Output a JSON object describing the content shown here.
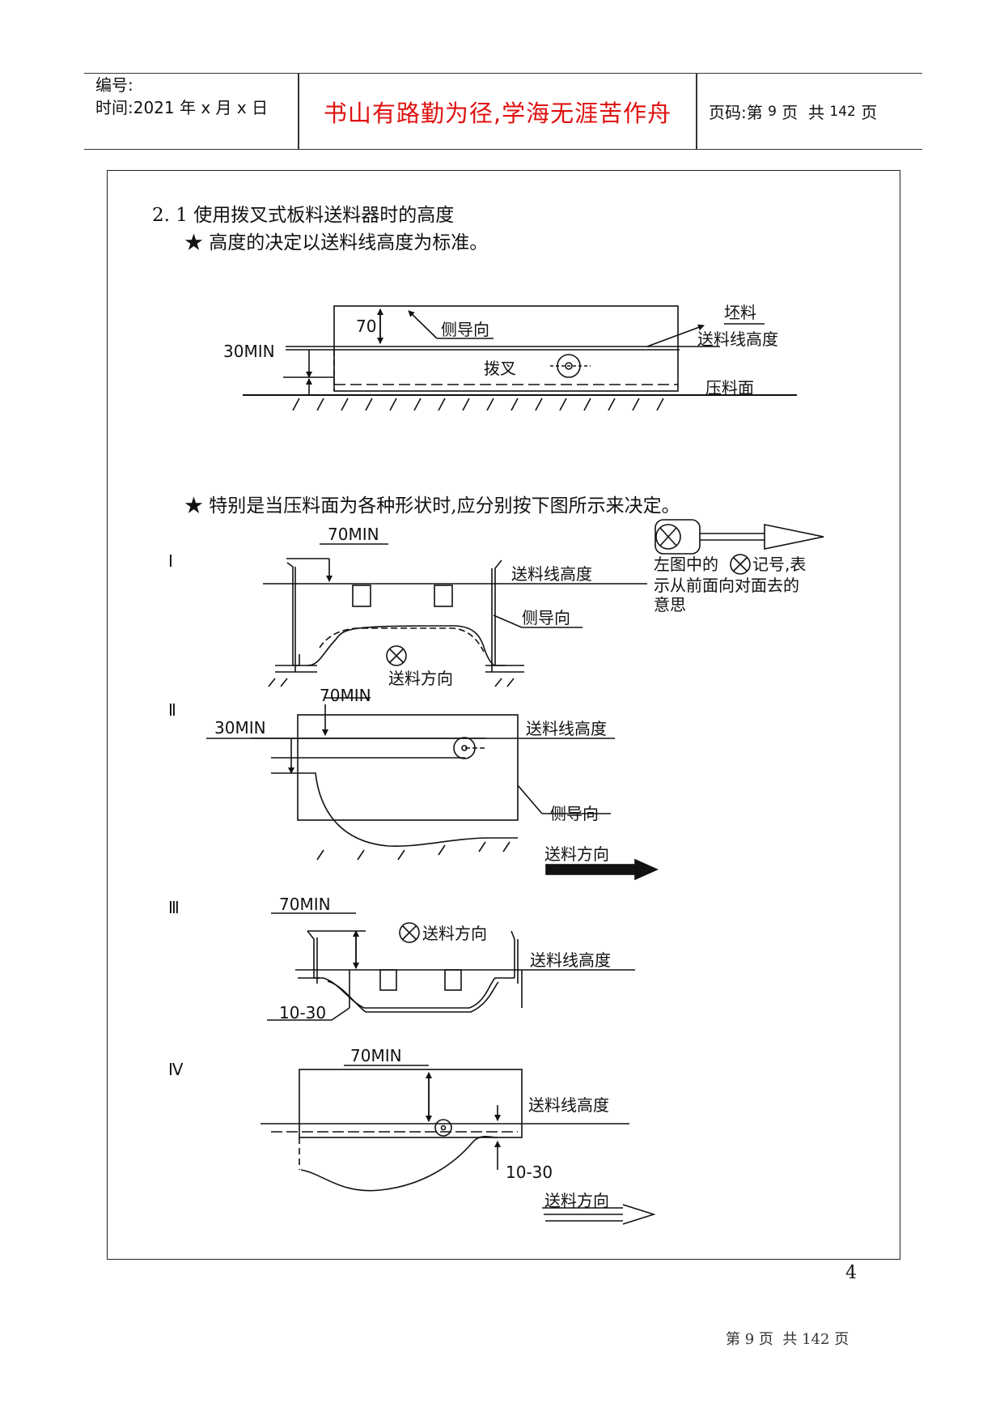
{
  "header": {
    "number_label": "编号:",
    "time_label": "时间:2021 年 x 月 x 日",
    "motto": "书山有路勤为径,学海无涯苦作舟",
    "page_prefix": "页码:第",
    "page_current": "9",
    "page_mid": "页  共",
    "page_total": "142",
    "page_suffix": "页"
  },
  "content": {
    "section_title": "2. 1   使用拨叉式板料送料器时的高度",
    "note1": "★  高度的决定以送料线高度为标准。",
    "note2": "★  特别是当压料面为各种形状时,应分别按下图所示来决定。"
  },
  "fig1": {
    "dim_70": "70",
    "side_guide": "侧导向",
    "blank": "坯料",
    "feed_line_height": "送料线高度",
    "min30": "30MIN",
    "fork": "拨叉",
    "press_surface": "压料面"
  },
  "legend": {
    "line1": "左图中的",
    "line1b": "记号,表",
    "line2": "示从前面向对面去的",
    "line3": "意思"
  },
  "diagram1": {
    "roman": "Ⅰ",
    "min70": "70MIN",
    "feed_line_height": "送料线高度",
    "side_guide": "侧导向",
    "feed_direction": "送料方向"
  },
  "diagram2": {
    "roman": "Ⅱ",
    "min70": "70MIN",
    "min30": "30MIN",
    "feed_line_height": "送料线高度",
    "side_guide": "侧导向",
    "feed_direction": "送料方向"
  },
  "diagram3": {
    "roman": "Ⅲ",
    "min70": "70MIN",
    "feed_direction": "送料方向",
    "feed_line_height": "送料线高度",
    "range": "10-30"
  },
  "diagram4": {
    "roman": "Ⅳ",
    "min70": "70MIN",
    "feed_line_height": "送料线高度",
    "range": "10-30",
    "feed_direction": "送料方向"
  },
  "page_number": "4",
  "footer": {
    "prefix": "第",
    "current": "9",
    "mid": "页  共",
    "total": "142",
    "suffix": "页"
  }
}
